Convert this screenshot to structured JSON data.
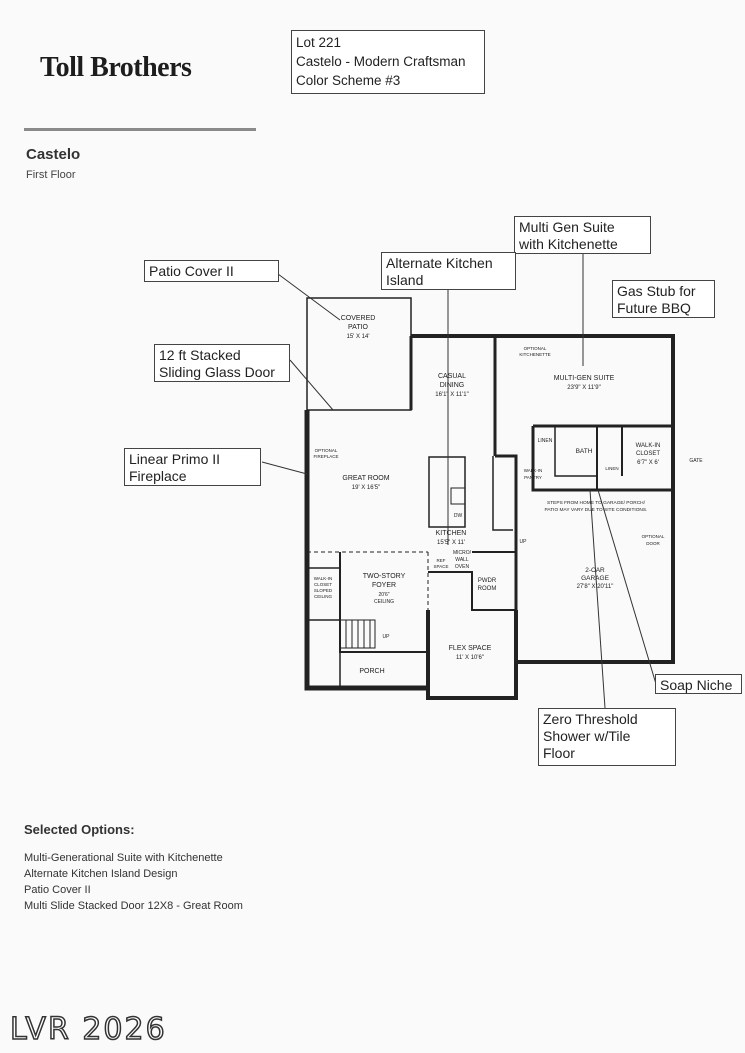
{
  "brand": {
    "logo_text": "Toll Brothers"
  },
  "lot_box": {
    "text": "Lot 221\nCastelo - Modern Craftsman\nColor Scheme #3"
  },
  "plan": {
    "name": "Castelo",
    "floor": "First Floor"
  },
  "callouts": {
    "multi_gen": "Multi Gen Suite\nwith Kitchenette",
    "alt_kitchen": "Alternate Kitchen\nIsland",
    "patio_cover": "Patio Cover II",
    "gas_stub": "Gas Stub for\nFuture BBQ",
    "sliding_door": "12 ft Stacked\nSliding Glass Door",
    "fireplace": "Linear Primo II\nFireplace",
    "soap_niche": "Soap Niche",
    "zero_threshold": "Zero Threshold\nShower w/Tile\nFloor"
  },
  "rooms": {
    "covered_patio": "COVERED",
    "covered_patio_2": "PATIO",
    "covered_patio_size": "15' X 14'",
    "casual_dining": "CASUAL",
    "casual_dining_2": "DINING",
    "casual_dining_size": "16'1\" X 11'1\"",
    "multi_gen_suite": "MULTI-GEN SUITE",
    "multi_gen_size": "23'9\" X 11'9\"",
    "optional_kitchenette": "OPTIONAL",
    "optional_kitchenette_2": "KITCHENETTE",
    "linen_1": "LINEN",
    "bath": "BATH",
    "walk_in_closet": "WALK-IN",
    "walk_in_closet_2": "CLOSET",
    "walk_in_closet_size": "6'7\" X 6'",
    "linen_2": "LINEN",
    "walk_in_pantry": "WALK-IN",
    "walk_in_pantry_2": "PANTRY",
    "gate": "GATE",
    "great_room": "GREAT ROOM",
    "great_room_size": "19' X 16'5\"",
    "optional_fireplace": "OPTIONAL",
    "optional_fireplace_2": "FIREPLACE",
    "dw": "DW",
    "steps_note": "STEPS FROM HOME TO GARAGE/ PORCH/",
    "steps_note_2": "PATIO MAY VARY DUE TO SITE CONDITIONS.",
    "optional_door": "OPTIONAL",
    "optional_door_2": "DOOR",
    "kitchen": "KITCHEN",
    "kitchen_size": "15'5\" X 11'",
    "up_1": "UP",
    "micro_wall_oven": "MICRO/",
    "micro_wall_oven_2": "WALL",
    "micro_wall_oven_3": "OVEN",
    "ref_space": "REF",
    "ref_space_2": "SPACE",
    "garage": "2-CAR",
    "garage_2": "GARAGE",
    "garage_size": "27'8\" X 20'11\"",
    "walk_in_closet_sloped": "WALK-IN",
    "walk_in_closet_sloped_2": "CLOSET",
    "walk_in_closet_sloped_3": "SLOPED",
    "walk_in_closet_sloped_4": "CEILING",
    "foyer": "TWO-STORY",
    "foyer_2": "FOYER",
    "foyer_size": "20'6\"",
    "foyer_size_2": "CEILING",
    "pwdr_room": "PWDR",
    "pwdr_room_2": "ROOM",
    "up_2": "UP",
    "flex_space": "FLEX SPACE",
    "flex_space_size": "11' X 10'6\"",
    "porch": "PORCH"
  },
  "options": {
    "title": "Selected Options:",
    "items": [
      "Multi-Generational Suite with Kitchenette",
      "Alternate Kitchen Island Design",
      "Patio Cover II",
      "Multi Slide Stacked Door 12X8 - Great Room"
    ]
  },
  "watermark": "LVR 2026"
}
